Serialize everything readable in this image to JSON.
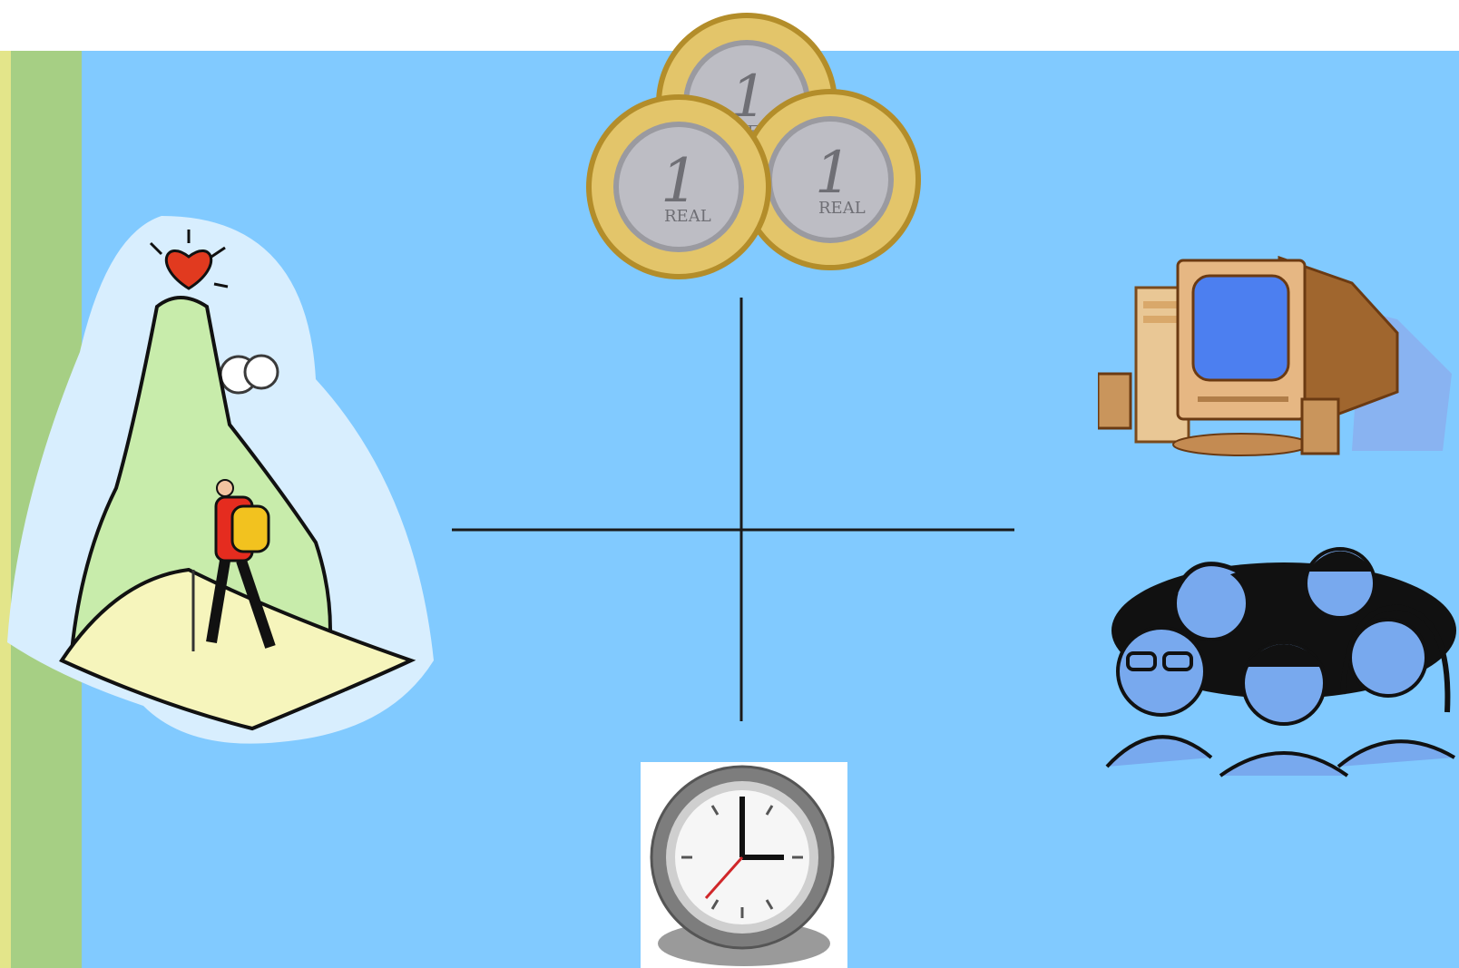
{
  "slide": {
    "colors": {
      "background": "#81caff",
      "stripe_yellow": "#e3e58a",
      "stripe_green": "#a6cf84",
      "cross_lines": "#1a1a1a"
    },
    "center": {
      "shape": "cross"
    },
    "clipart": [
      {
        "name": "coins-icon",
        "position": "top"
      },
      {
        "name": "computer-icon",
        "position": "right-upper"
      },
      {
        "name": "people-group-icon",
        "position": "right-lower"
      },
      {
        "name": "clock-icon",
        "position": "bottom"
      },
      {
        "name": "hiker-mountain-heart-icon",
        "position": "left"
      }
    ],
    "coins": {
      "denomination": "1",
      "currency": "REAL"
    }
  }
}
